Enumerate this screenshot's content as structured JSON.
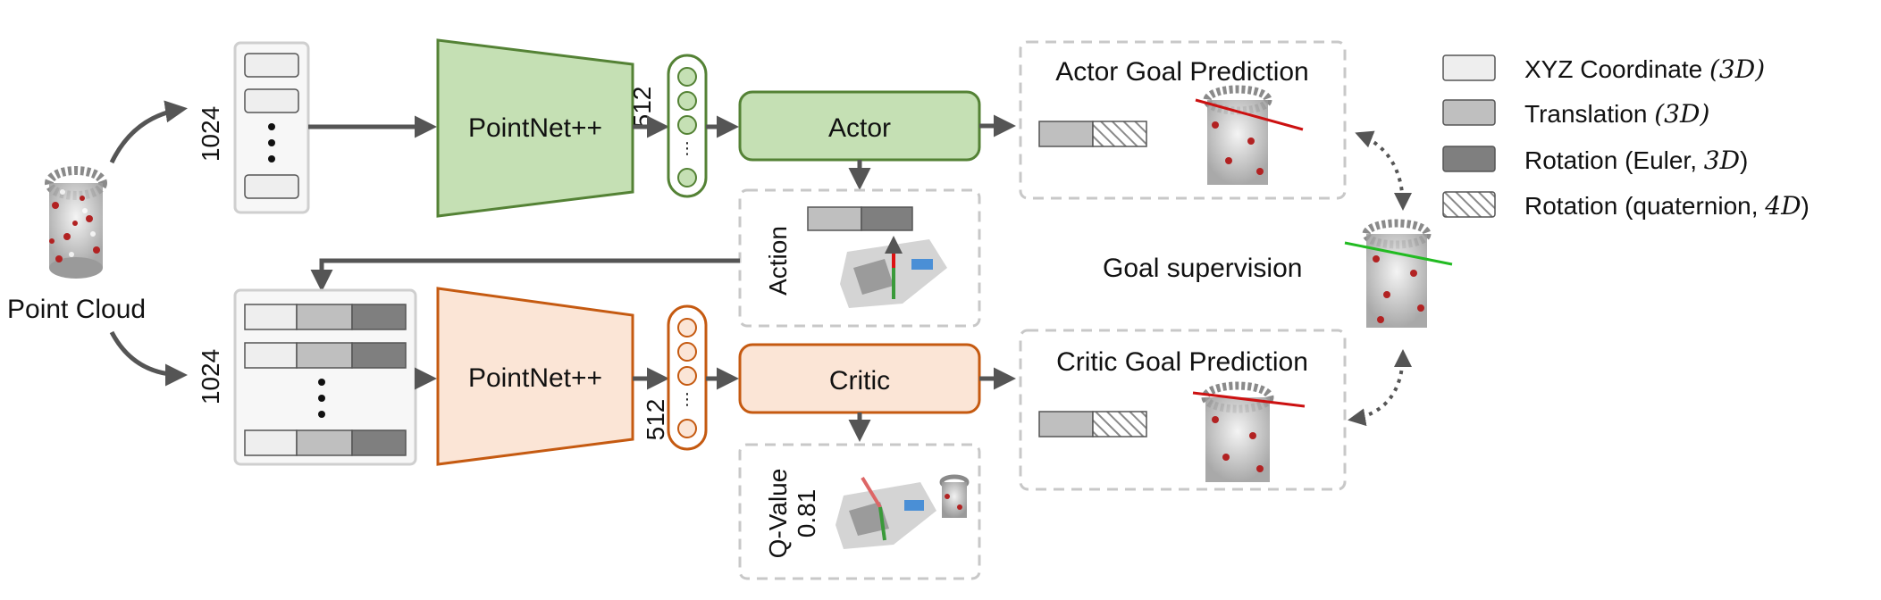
{
  "diagram": {
    "input_label": "Point Cloud",
    "n_points": "1024",
    "feature_dim": "512",
    "encoder_label": "PointNet++",
    "actor_label": "Actor",
    "critic_label": "Critic",
    "action_label": "Action",
    "qvalue_label": "Q-Value",
    "qvalue_number": "0.81",
    "actor_goal_title": "Actor Goal Prediction",
    "critic_goal_title": "Critic Goal Prediction",
    "goal_supervision": "Goal supervision",
    "legend": [
      {
        "label": "XYZ Coordinate ",
        "math": "(3D)",
        "swatch": "light"
      },
      {
        "label": "Translation ",
        "math": "(3D)",
        "swatch": "mid"
      },
      {
        "label": "Rotation (Euler, ",
        "math": "3D",
        "suffix": ")",
        "swatch": "dark"
      },
      {
        "label": "Rotation (quaternion, ",
        "math": "4D",
        "suffix": ")",
        "swatch": "hatch"
      }
    ]
  },
  "colors": {
    "actor_fill": "#c5e0b4",
    "actor_stroke": "#548235",
    "critic_fill": "#fbe5d6",
    "critic_stroke": "#c55a11",
    "arrow": "#555555",
    "swatch_light": "#eeeeee",
    "swatch_mid": "#bfbfbf",
    "swatch_dark": "#7f7f7f"
  }
}
